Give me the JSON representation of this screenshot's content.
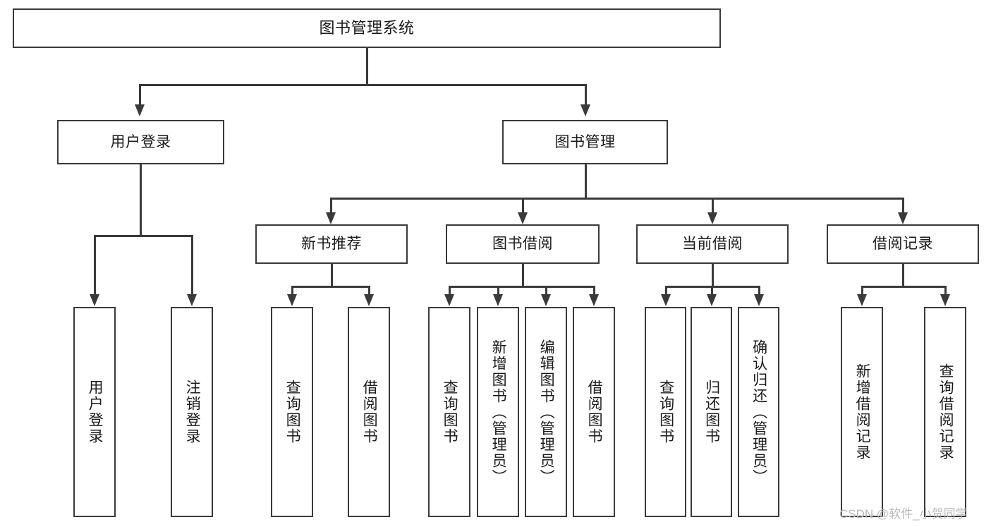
{
  "diagram": {
    "title": "图书管理系统",
    "type": "功能结构图",
    "colors": {
      "stroke": "#3a3a3a",
      "fill": "#ffffff",
      "text": "#1a1a1a",
      "watermark": "#b9b9b9"
    },
    "levels": {
      "root": {
        "label": "图书管理系统"
      },
      "level2": [
        {
          "label": "用户登录"
        },
        {
          "label": "图书管理"
        }
      ],
      "level3": [
        {
          "label": "新书推荐"
        },
        {
          "label": "图书借阅"
        },
        {
          "label": "当前借阅"
        },
        {
          "label": "借阅记录"
        }
      ],
      "leaves": {
        "user_login": [
          {
            "label": "用户登录"
          },
          {
            "label": "注销登录"
          }
        ],
        "new_book_recommend": [
          {
            "label": "查询图书"
          },
          {
            "label": "借阅图书"
          }
        ],
        "book_borrow": [
          {
            "label": "查询图书"
          },
          {
            "label": "新增图书（管理员）"
          },
          {
            "label": "编辑图书（管理员）"
          },
          {
            "label": "借阅图书"
          }
        ],
        "current_borrow": [
          {
            "label": "查询图书"
          },
          {
            "label": "归还图书"
          },
          {
            "label": "确认归还（管理员）"
          }
        ],
        "borrow_record": [
          {
            "label": "新增借阅记录"
          },
          {
            "label": "查询借阅记录"
          }
        ]
      }
    }
  },
  "watermark": {
    "text": "CSDN @软件_小贺同学"
  }
}
